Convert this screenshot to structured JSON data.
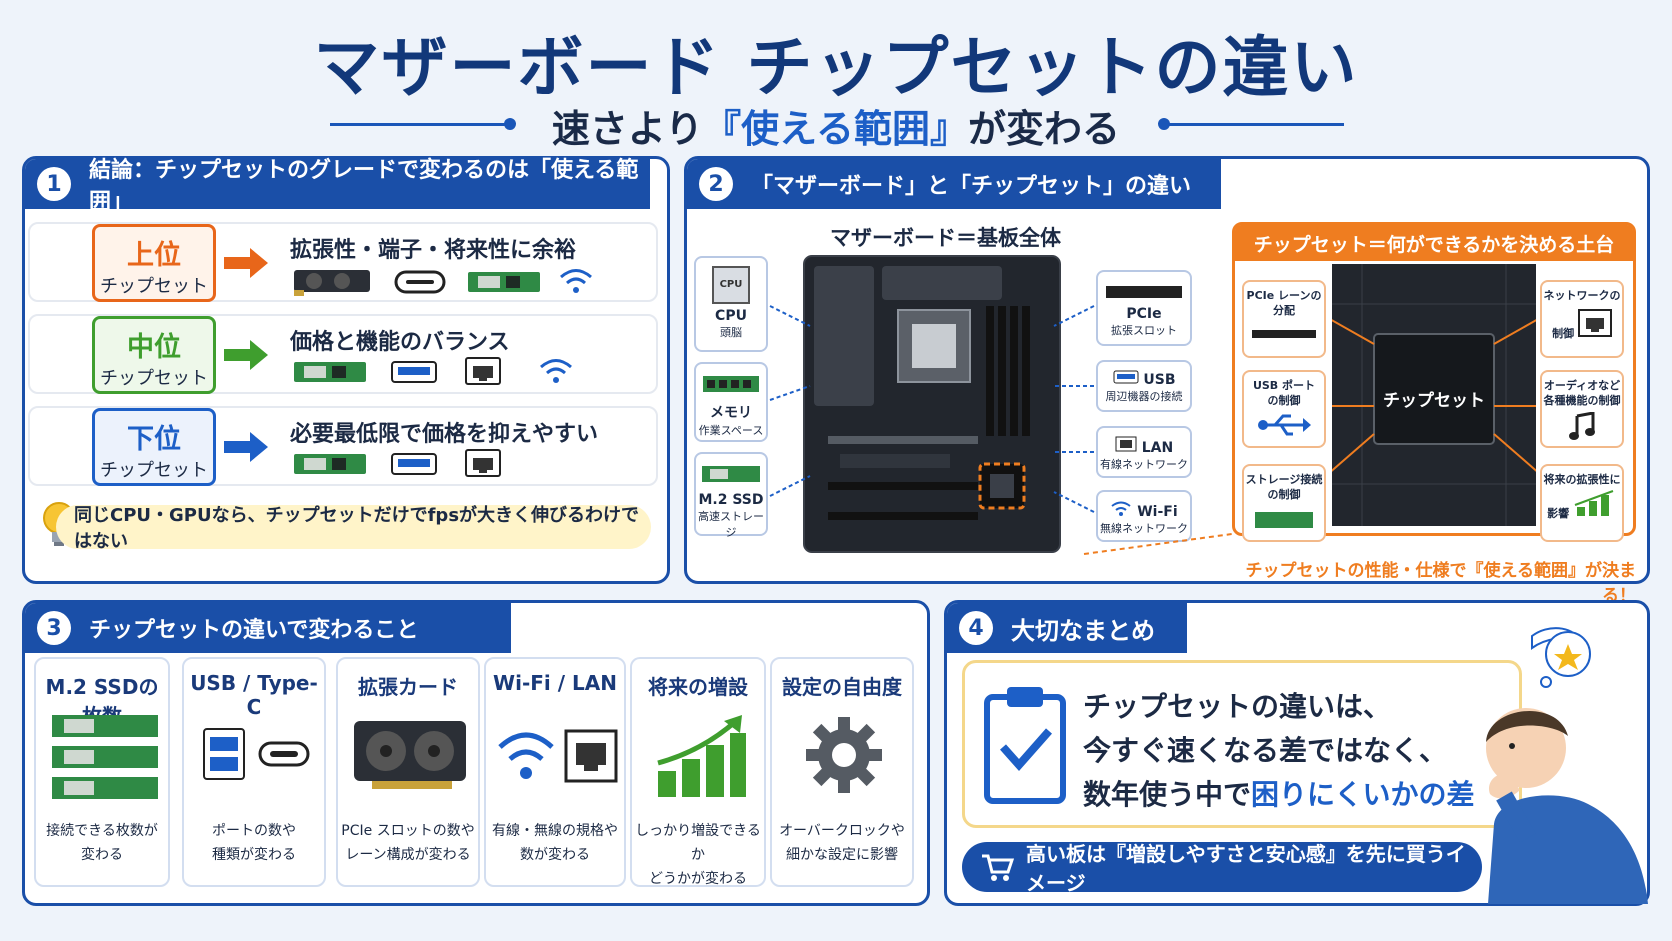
{
  "header": {
    "title": "マザーボード チップセットの違い",
    "subtitle_pre": "速さより",
    "subtitle_hl": "『使える範囲』",
    "subtitle_post": "が変わる"
  },
  "section1": {
    "num": "1",
    "title": "結論：チップセットのグレードで変わるのは「使える範囲」",
    "tiers": [
      {
        "grade": "上位",
        "label": "チップセット",
        "desc": "拡張性・端子・将来性に余裕",
        "color": "#e8661a"
      },
      {
        "grade": "中位",
        "label": "チップセット",
        "desc": "価格と機能のバランス",
        "color": "#3f9e2e"
      },
      {
        "grade": "下位",
        "label": "チップセット",
        "desc": "必要最低限で価格を抑えやすい",
        "color": "#1d5fc7"
      }
    ],
    "note": "同じCPU・GPUなら、チップセットだけでfpsが大きく伸びるわけではない"
  },
  "section2": {
    "num": "2",
    "title": "「マザーボード」と「チップセット」の違い",
    "board_title": "マザーボード＝基板全体",
    "left_labels": [
      {
        "name": "CPU",
        "sub": "頭脳",
        "chip": "CPU"
      },
      {
        "name": "メモリ",
        "sub": "作業スペース"
      },
      {
        "name": "M.2 SSD",
        "sub": "高速ストレージ"
      }
    ],
    "right_labels": [
      {
        "name": "PCIe",
        "sub": "拡張スロット"
      },
      {
        "name": "USB",
        "sub": "周辺機器の接続"
      },
      {
        "name": "LAN",
        "sub": "有線ネットワーク"
      },
      {
        "name": "Wi-Fi",
        "sub": "無線ネットワーク"
      }
    ],
    "chipset_title": "チップセット＝何ができるかを決める土台",
    "chipset_center": "チップセット",
    "chipset_items": [
      {
        "line1": "PCIe レーンの",
        "line2": "分配"
      },
      {
        "line1": "USB ポート",
        "line2": "の制御"
      },
      {
        "line1": "ストレージ接続",
        "line2": "の制御"
      },
      {
        "line1": "ネットワークの",
        "line2": "制御"
      },
      {
        "line1": "オーディオなど",
        "line2": "各種機能の制御"
      },
      {
        "line1": "将来の拡張性に",
        "line2": "影響"
      }
    ],
    "footer": "チップセットの性能・仕様で『使える範囲』が決まる！"
  },
  "section3": {
    "num": "3",
    "title": "チップセットの違いで変わること",
    "cols": [
      {
        "title": "M.2 SSDの枚数",
        "line1": "接続できる枚数が",
        "line2": "変わる"
      },
      {
        "title": "USB / Type-C",
        "line1": "ポートの数や",
        "line2": "種類が変わる"
      },
      {
        "title": "拡張カード",
        "line1": "PCIe スロットの数や",
        "line2": "レーン構成が変わる"
      },
      {
        "title": "Wi-Fi / LAN",
        "line1": "有線・無線の規格や",
        "line2": "数が変わる"
      },
      {
        "title": "将来の増設",
        "line1": "しっかり増設できるか",
        "line2": "どうかが変わる"
      },
      {
        "title": "設定の自由度",
        "line1": "オーバークロックや",
        "line2": "細かな設定に影響"
      }
    ]
  },
  "section4": {
    "num": "4",
    "title": "大切なまとめ",
    "line1": "チップセットの違いは、",
    "line2": "今すぐ速くなる差ではなく、",
    "line3_pre": "数年使う中で",
    "line3_hl": "困りにくいかの差",
    "bar": "高い板は『増設しやすさと安心感』を先に買うイメージ"
  },
  "colors": {
    "primary": "#1a4fa8",
    "accent": "#ef7d20",
    "green": "#3f9e2e",
    "highlight": "#1d5fc7"
  }
}
